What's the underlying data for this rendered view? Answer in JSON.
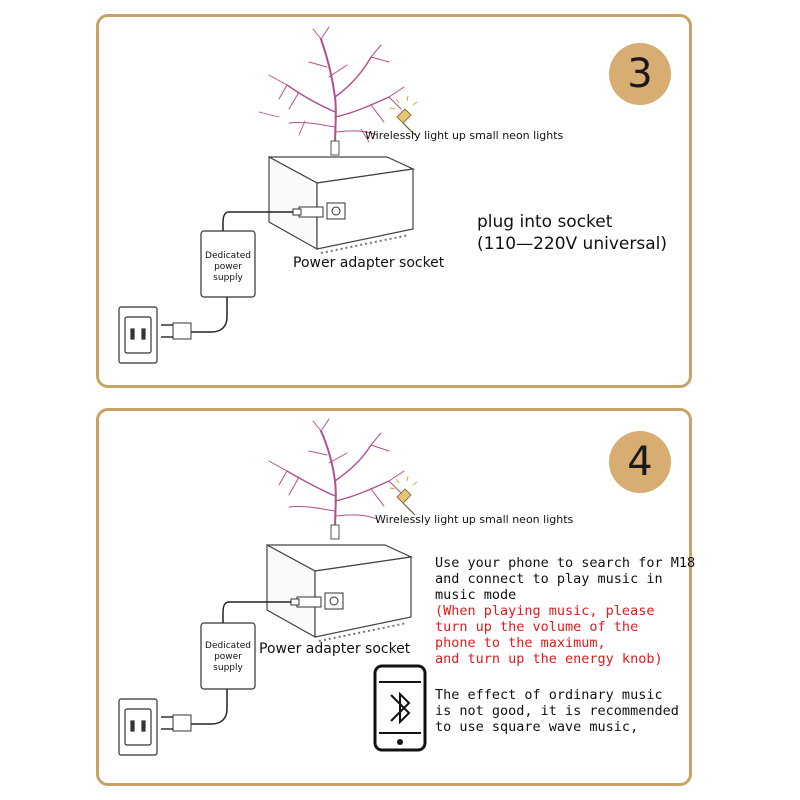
{
  "colors": {
    "border": "#c9a265",
    "badge": "#d7ad72",
    "plasma": "#b2508f",
    "warning_text": "#e11b1b"
  },
  "panel3": {
    "step": "3",
    "neon_label": "Wirelessly light up small neon lights",
    "socket_label": "Power adapter socket",
    "supply_label": "Dedicated power supply",
    "plug_line1": "plug into socket",
    "plug_line2": "(110—220V universal)"
  },
  "panel4": {
    "step": "4",
    "neon_label": "Wirelessly light up small neon lights",
    "socket_label": "Power adapter socket",
    "supply_label": "Dedicated power supply",
    "phone_icon": "bluetooth-phone-icon",
    "instructions": [
      "Use your phone to search for M18",
      "and connect to play music in",
      " music mode"
    ],
    "warning": [
      "(When playing music, please",
      " turn up the volume of the",
      " phone to the maximum,",
      " and turn up the energy knob)"
    ],
    "tip": [
      " The effect of ordinary music",
      "is not good, it is recommended",
      "to use square wave music,"
    ]
  }
}
